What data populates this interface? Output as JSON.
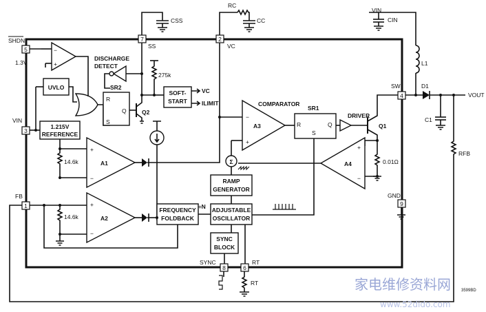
{
  "pins": {
    "shdn": {
      "num": "5",
      "label": "SHDN"
    },
    "vin": {
      "num": "3",
      "label": "VIN"
    },
    "fb": {
      "num": "1",
      "label": "FB"
    },
    "ss": {
      "num": "7",
      "label": "SS"
    },
    "vc": {
      "num": "2",
      "label": "VC"
    },
    "sw": {
      "num": "4",
      "label": "SW"
    },
    "gnd": {
      "num": "9",
      "label": "GND"
    },
    "sync": {
      "num": "8",
      "label": "SYNC"
    },
    "rt": {
      "num": "6",
      "label": "RT"
    }
  },
  "components": {
    "css": "CSS",
    "rc": "RC",
    "cc": "CC",
    "vin_ext": "VIN",
    "cin": "CIN",
    "l1": "L1",
    "d1": "D1",
    "vout": "VOUT",
    "c1": "C1",
    "rfb": "RFB",
    "rt": "RT",
    "r275k": "275k",
    "r146a": "14.6k",
    "r146b": "14.6k",
    "rsense": "0.01Ω",
    "v13": "1.3V"
  },
  "blocks": {
    "discharge_detect": [
      "DISCHARGE",
      "DETECT"
    ],
    "uvlo": "UVLO",
    "sr2": "SR2",
    "sr1": "SR1",
    "reference": [
      "1.215V",
      "REFERENCE"
    ],
    "softstart": [
      "SOFT-",
      "START"
    ],
    "softstart_out1": "VC",
    "softstart_out2": "ILIMIT",
    "comparator": "COMPARATOR",
    "a3": "A3",
    "a1": "A1",
    "a2": "A2",
    "a4": "A4",
    "q1": "Q1",
    "q2": "Q2",
    "driver": "DRIVER",
    "ramp": [
      "RAMP",
      "GENERATOR"
    ],
    "foldback": [
      "FREQUENCY",
      "FOLDBACK"
    ],
    "oscillator": [
      "ADJUSTABLE",
      "OSCILLATOR"
    ],
    "divn": "÷N",
    "sync_block": [
      "SYNC",
      "BLOCK"
    ],
    "sr_r": "R",
    "sr_s": "S",
    "sr_q": "Q"
  },
  "code": "3599BD",
  "watermark": {
    "cn": "家电维修资料网",
    "url": "www.52dido.com"
  }
}
